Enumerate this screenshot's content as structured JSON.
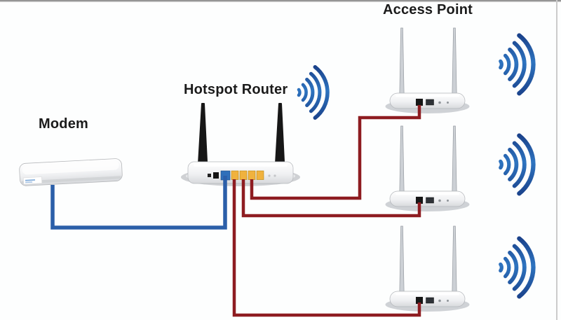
{
  "labels": {
    "modem": "Modem",
    "router": "Hotspot Router",
    "access_point": "Access Point"
  },
  "colors": {
    "label_color": "#1b1b1b",
    "cable_wan_blue": "#2b5fa9",
    "cable_lan_red": "#8e1c21",
    "router_port_wan": "#2f6fba",
    "router_port_lan": "#f0b23e",
    "antenna_black": "#171717",
    "wifi_blue_dark": "#16377f",
    "wifi_blue_mid": "#2e74c0",
    "device_body": "#f4f5f6"
  },
  "diagram": {
    "nodes": [
      {
        "id": "modem",
        "label": "Modem",
        "type": "modem"
      },
      {
        "id": "hotspot-router",
        "label": "Hotspot Router",
        "type": "wireless-router",
        "wifi_signal": true
      },
      {
        "id": "access-point-1",
        "label": "Access Point",
        "type": "access-point",
        "wifi_signal": true
      },
      {
        "id": "access-point-2",
        "label": "Access Point",
        "type": "access-point",
        "wifi_signal": true
      },
      {
        "id": "access-point-3",
        "label": "Access Point",
        "type": "access-point",
        "wifi_signal": true
      }
    ],
    "edges": [
      {
        "from": "modem",
        "to": "hotspot-router",
        "cable": "blue"
      },
      {
        "from": "hotspot-router",
        "to": "access-point-1",
        "cable": "dark-red"
      },
      {
        "from": "hotspot-router",
        "to": "access-point-2",
        "cable": "dark-red"
      },
      {
        "from": "hotspot-router",
        "to": "access-point-3",
        "cable": "dark-red"
      }
    ],
    "icons": [
      "wifi-signal-icon"
    ]
  }
}
